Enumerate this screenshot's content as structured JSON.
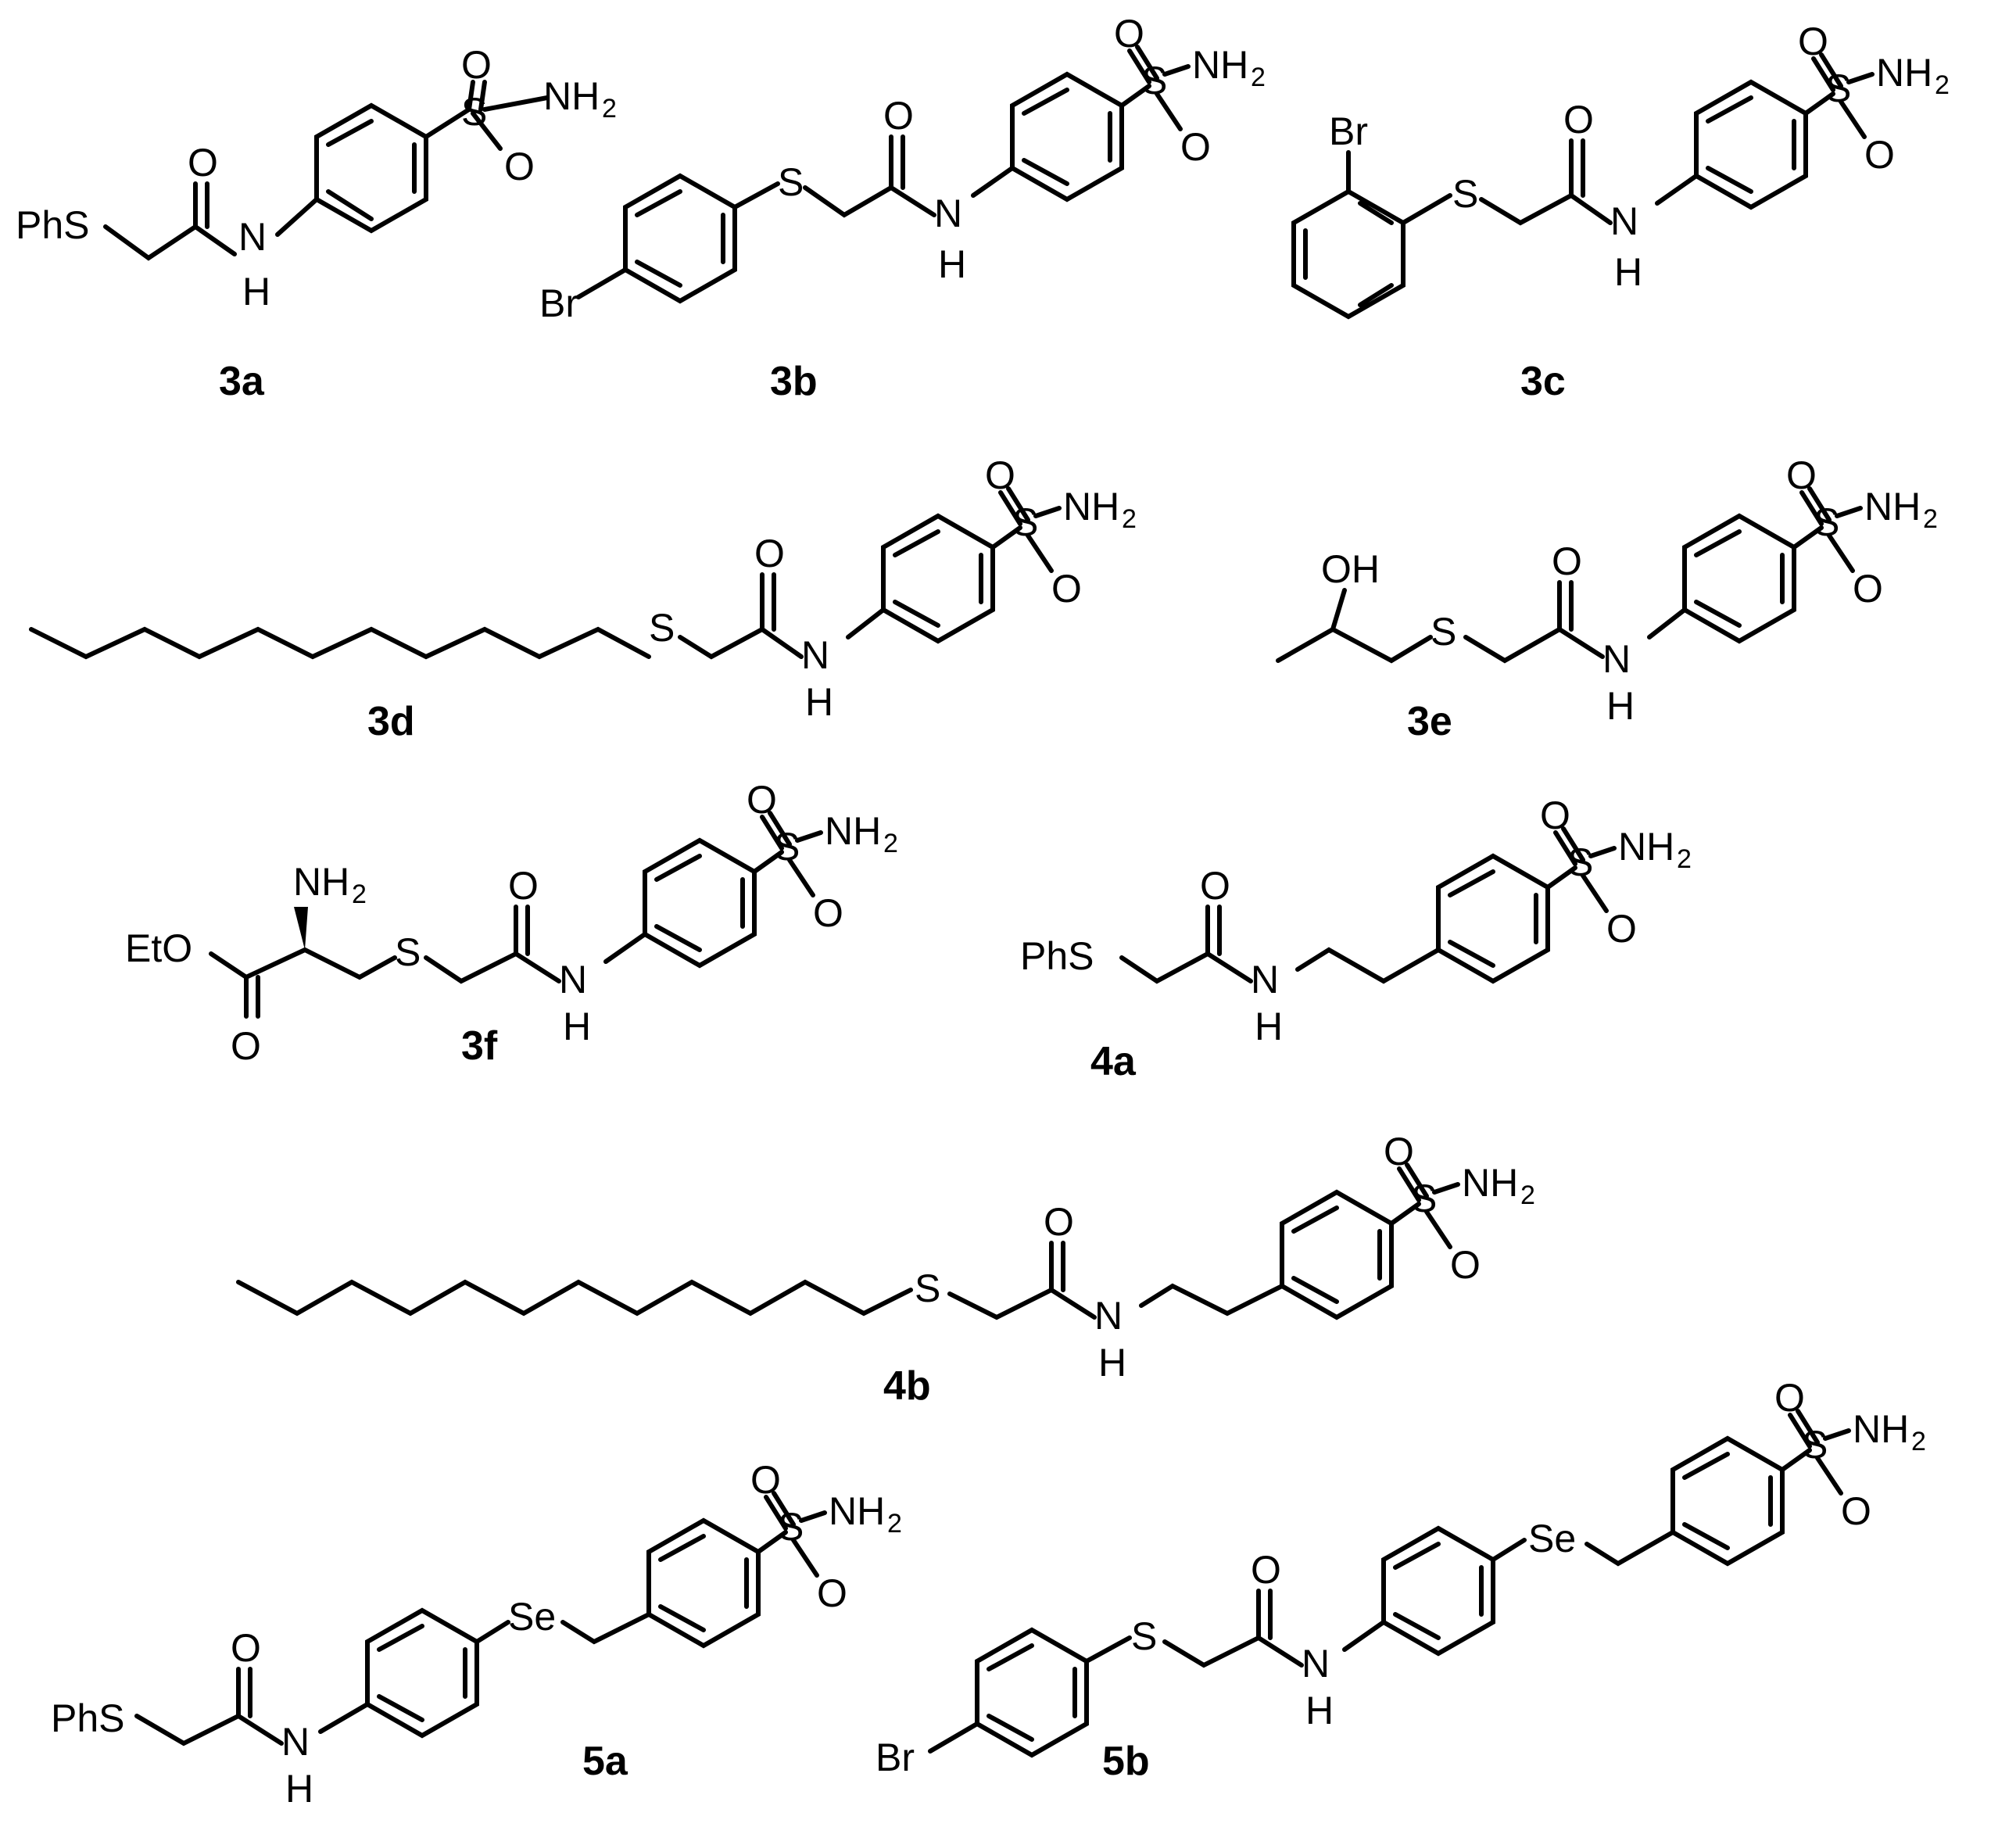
{
  "atoms": {
    "O": "O",
    "S": "S",
    "N": "N",
    "H": "H",
    "NH": "NH",
    "H2": "2",
    "PhS": "PhS",
    "Br": "Br",
    "OH": "OH",
    "EtO": "EtO",
    "Se": "Se"
  },
  "compounds": [
    {
      "id": "3a",
      "label": "3a"
    },
    {
      "id": "3b",
      "label": "3b"
    },
    {
      "id": "3c",
      "label": "3c"
    },
    {
      "id": "3d",
      "label": "3d"
    },
    {
      "id": "3e",
      "label": "3e"
    },
    {
      "id": "3f",
      "label": "3f"
    },
    {
      "id": "4a",
      "label": "4a"
    },
    {
      "id": "4b",
      "label": "4b"
    },
    {
      "id": "5a",
      "label": "5a"
    },
    {
      "id": "5b",
      "label": "5b"
    }
  ]
}
